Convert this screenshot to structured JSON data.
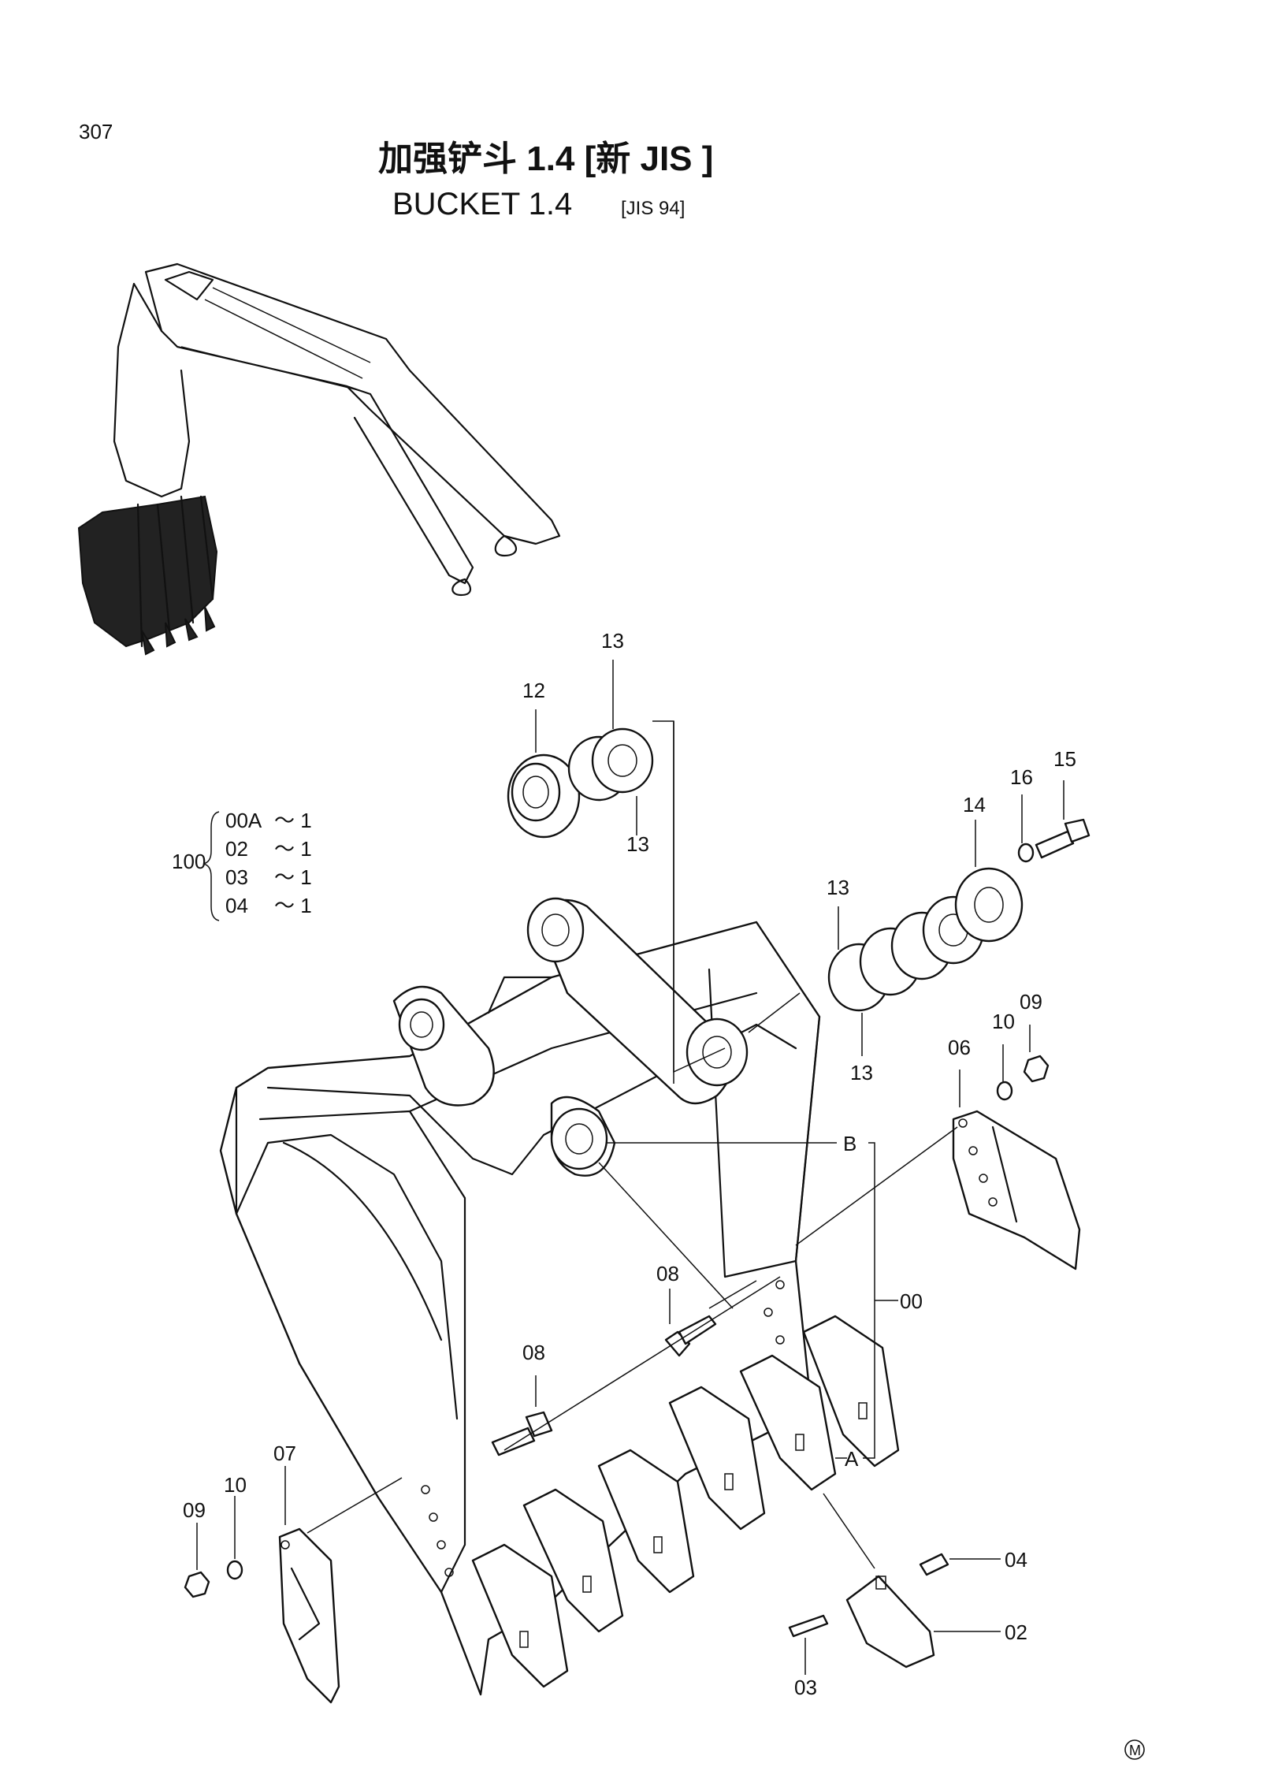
{
  "page_number": "307",
  "title": {
    "cn_main": "加强铲斗 1.4 [新 JIS ]",
    "en_main": "BUCKET  1.4",
    "en_small": "[JIS 94]"
  },
  "assembly": {
    "parent": "100",
    "items": [
      {
        "code": "00A",
        "qty": "～ 1"
      },
      {
        "code": "02",
        "qty": "～ 1"
      },
      {
        "code": "03",
        "qty": "～ 1"
      },
      {
        "code": "04",
        "qty": "～ 1"
      }
    ]
  },
  "callouts": {
    "c12": "12",
    "c13a": "13",
    "c13b": "13",
    "c13c": "13",
    "c13d": "13",
    "c14": "14",
    "c15": "15",
    "c16": "16",
    "c09r": "09",
    "c10r": "10",
    "c06": "06",
    "cB": "B",
    "c00": "00",
    "c08a": "08",
    "c08b": "08",
    "cA": "A",
    "c07": "07",
    "c09l": "09",
    "c10l": "10",
    "c04": "04",
    "c02": "02",
    "c03": "03"
  },
  "mark": "M"
}
